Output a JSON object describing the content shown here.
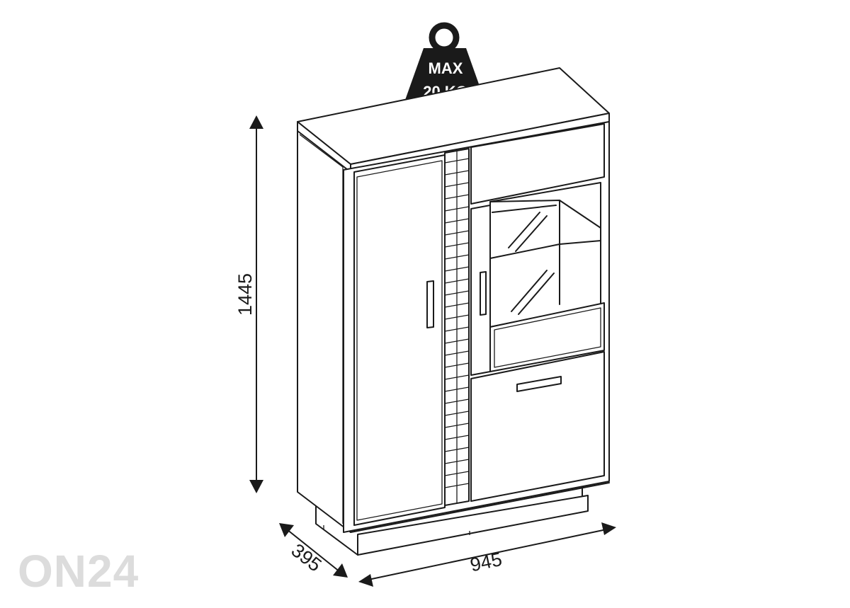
{
  "weight_badge": {
    "line1": "MAX",
    "line2": "20 KG"
  },
  "dimensions": {
    "height": "1445",
    "depth": "395",
    "width": "945"
  },
  "watermark": "ON24",
  "colors": {
    "ink": "#1a1a1a",
    "badge": "#1a1a1a",
    "watermark": "#dcdcdc"
  }
}
